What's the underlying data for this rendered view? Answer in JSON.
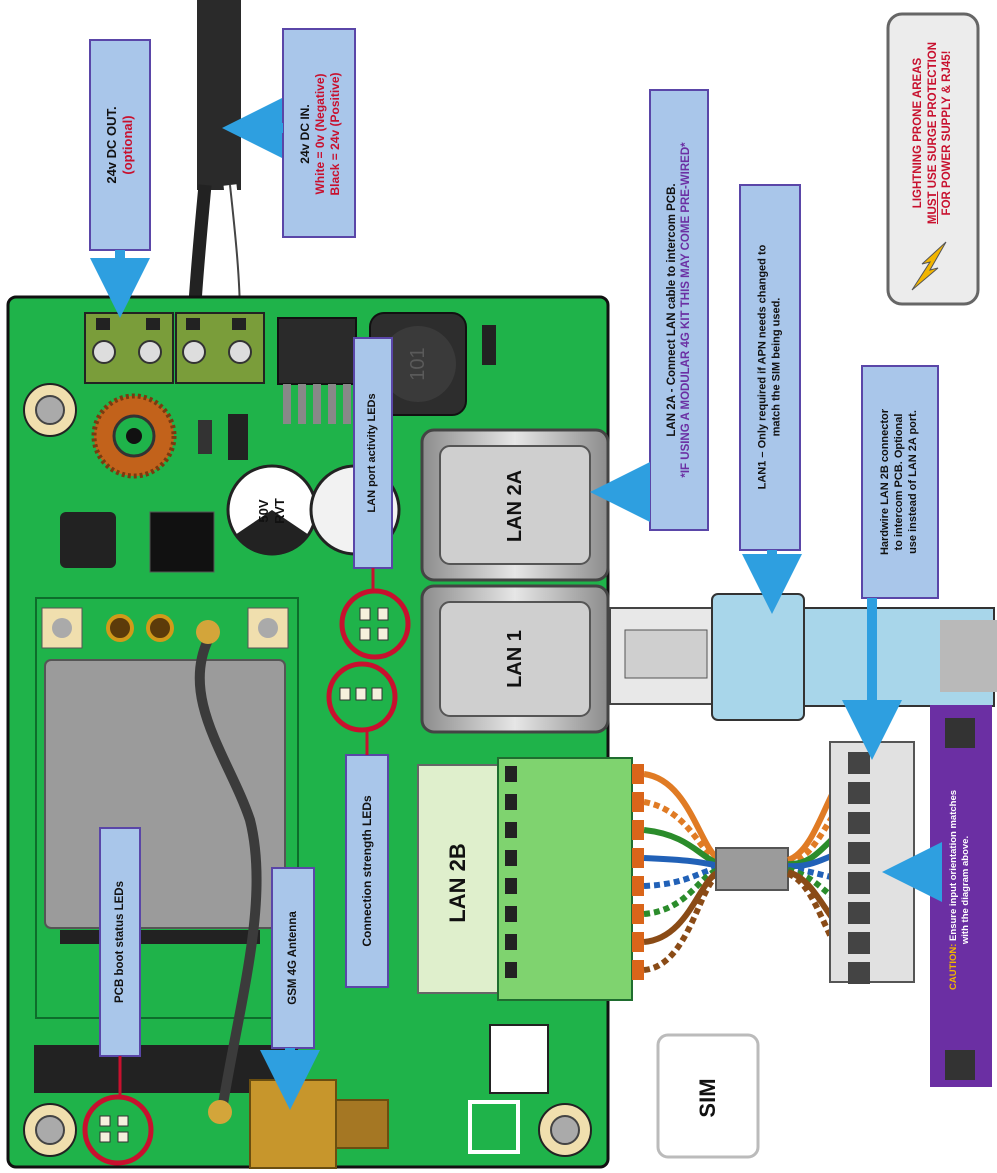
{
  "labels": {
    "dc_out": "24v DC OUT.",
    "dc_out_optional": "(optional)",
    "dc_in": "24v DC IN.",
    "dc_in_white": "White = 0v (Negative)",
    "dc_in_black": "Black = 24v (Positive)",
    "lan2a_note": "LAN 2A - Connect LAN cable to intercom PCB.",
    "lan2a_warning": "*IF USING A MODULAR 4G KIT THIS MAY COME PRE-WIRED*",
    "lan1_note_1": "LAN1 – Only required if APN needs changed to",
    "lan1_note_2": "match the SIM being used.",
    "lan2b_note_1": "Hardwire LAN 2B connector",
    "lan2b_note_2": "to intercom PCB. Optional",
    "lan2b_note_3": "use instead of LAN 2A port.",
    "lightning_1": "LIGHTNING PRONE AREAS",
    "lightning_2_must": "MUST",
    "lightning_2_rest": " USE SURGE PROTECTION",
    "lightning_3": "FOR POWER SUPPLY & RJ45!",
    "caution_word": "CAUTION:",
    "caution_rest": " Ensure input orientation matches",
    "caution_2": "with the diagram above.",
    "lan_activity_leds": "LAN port activity LEDs",
    "connection_leds": "Connection strength LEDs",
    "pcb_boot_leds": "PCB boot status LEDs",
    "gsm_antenna": "GSM 4G Antenna"
  },
  "components": {
    "lan_2a": "LAN 2A",
    "lan_1": "LAN 1",
    "lan_2b": "LAN 2B",
    "sim": "SIM",
    "cap_50v": "50V",
    "cap_rvt": "RVT",
    "inductor": "101"
  },
  "colors": {
    "pcb_green": "#1fb34a",
    "callout_blue": "#a9c6ea",
    "arrow_blue": "#2e9fe0",
    "callout_border": "#5a46a8",
    "caution_purple": "#6b2fa3",
    "warning_red": "#c8102e",
    "led_ring_red": "#c8102e"
  }
}
